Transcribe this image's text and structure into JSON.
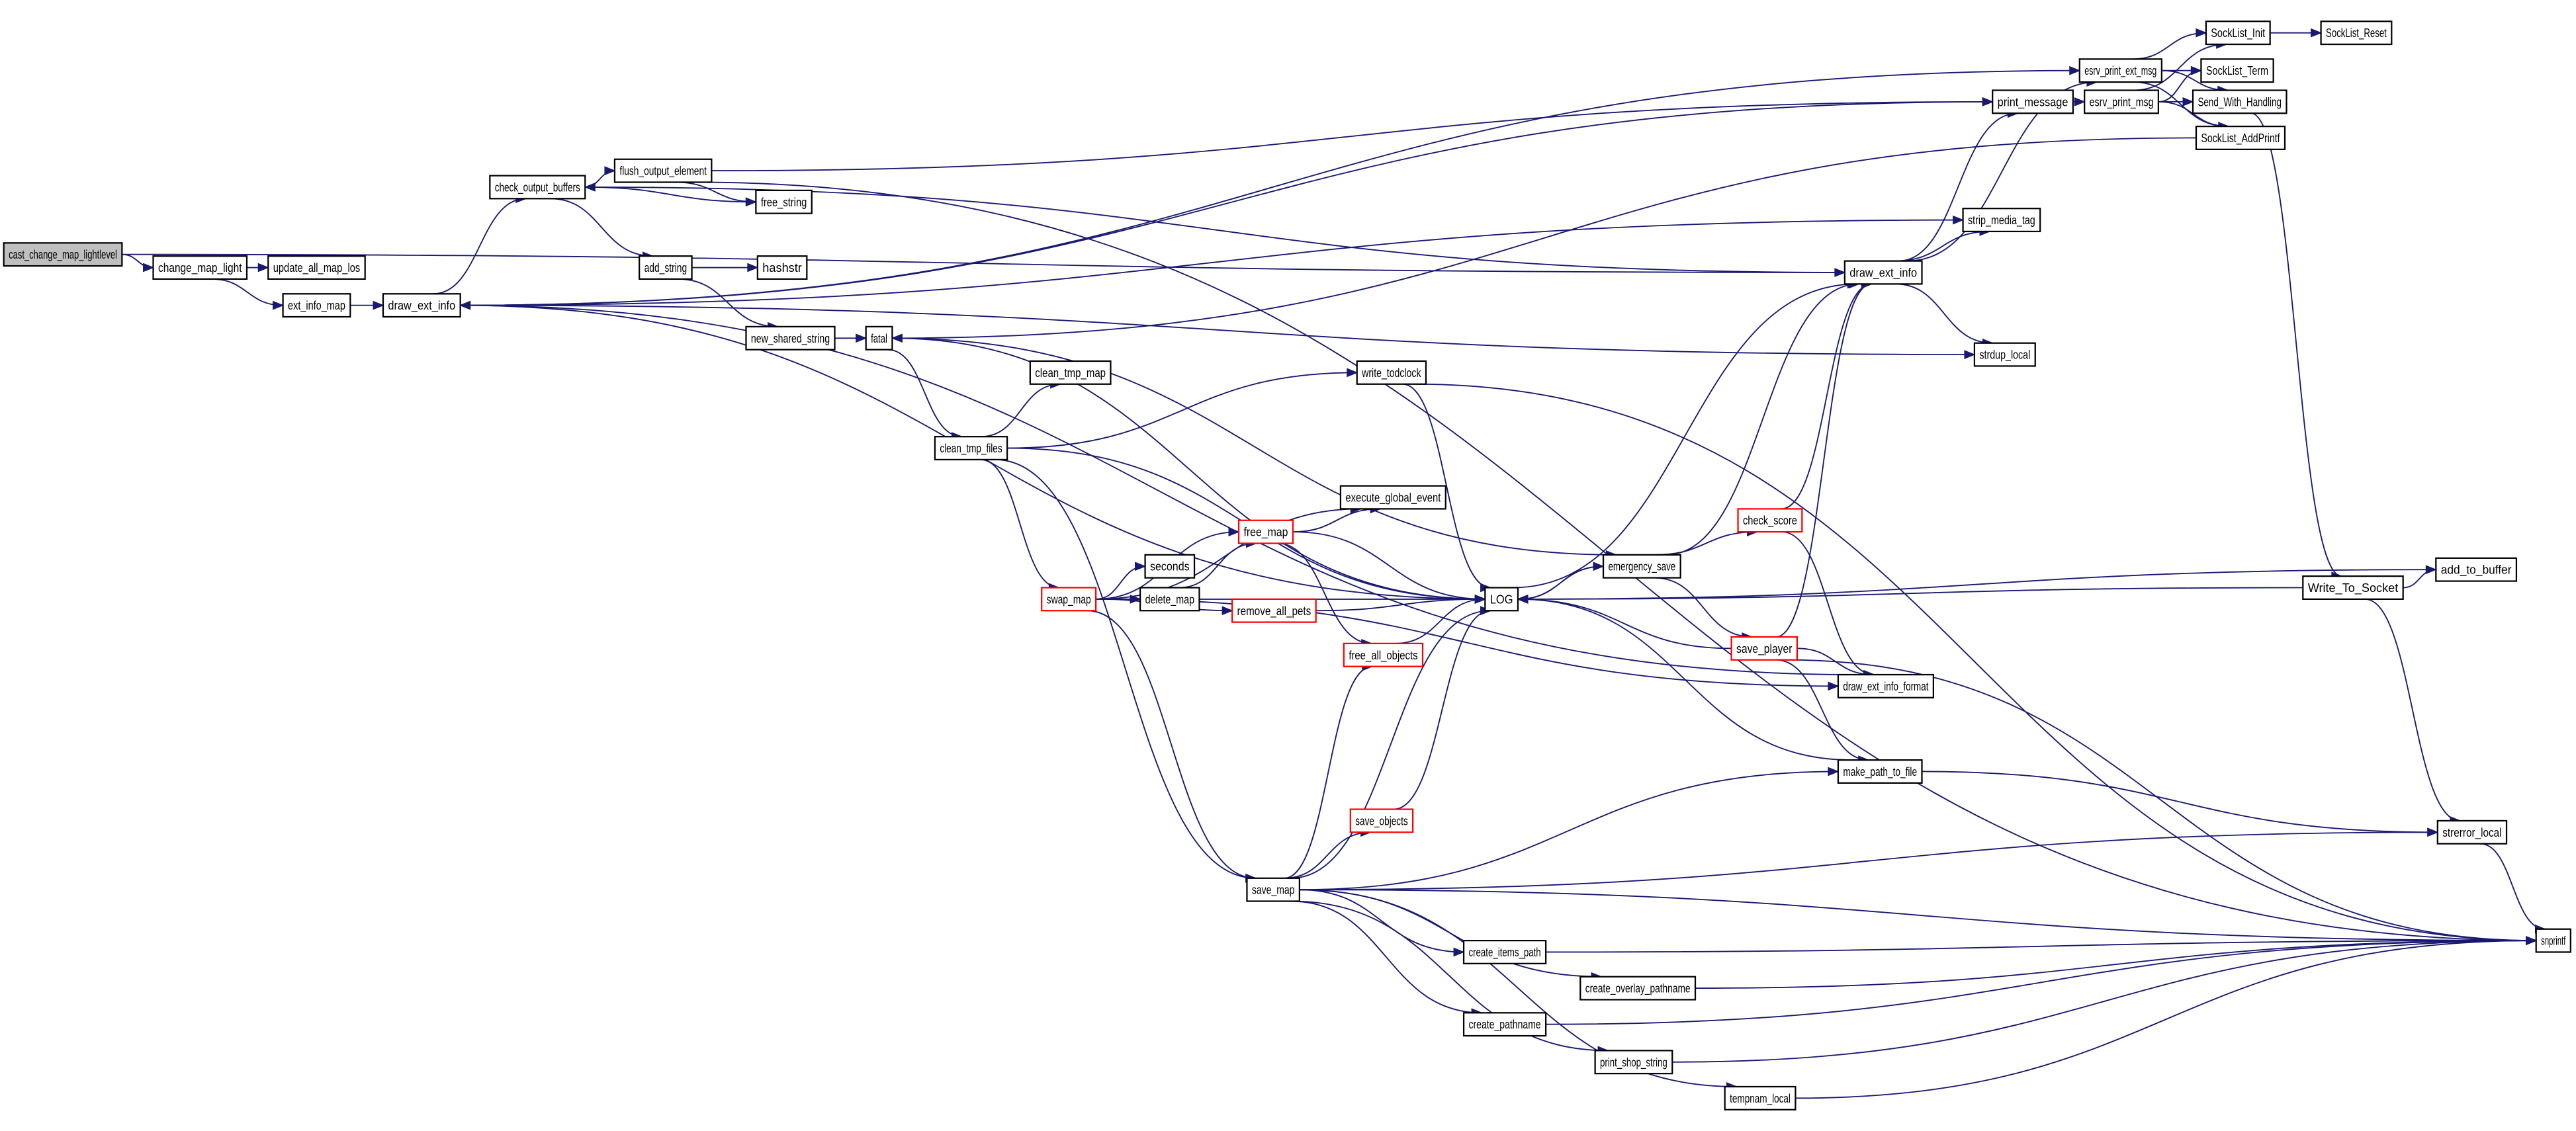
{
  "title": "cast_change_map_lightlevel call graph",
  "colors": {
    "edge": "#191970",
    "root_fill": "#bfbfbf",
    "truncated_border": "#ff0000",
    "node_border": "#000000"
  },
  "nodes": [
    {
      "id": "cast",
      "label": "cast_change_map_lightlevel",
      "kind": "root"
    },
    {
      "id": "change_map_light",
      "label": "change_map_light"
    },
    {
      "id": "update_all_map_los",
      "label": "update_all_map_los"
    },
    {
      "id": "ext_info_map",
      "label": "ext_info_map"
    },
    {
      "id": "draw_ext_info_l",
      "label": "draw_ext_info"
    },
    {
      "id": "check_output_buffers",
      "label": "check_output_buffers"
    },
    {
      "id": "flush_output_element",
      "label": "flush_output_element"
    },
    {
      "id": "free_string",
      "label": "free_string"
    },
    {
      "id": "add_string",
      "label": "add_string"
    },
    {
      "id": "hashstr",
      "label": "hashstr"
    },
    {
      "id": "new_shared_string",
      "label": "new_shared_string"
    },
    {
      "id": "fatal",
      "label": "fatal"
    },
    {
      "id": "clean_tmp_map",
      "label": "clean_tmp_map"
    },
    {
      "id": "clean_tmp_files",
      "label": "clean_tmp_files"
    },
    {
      "id": "write_todclock",
      "label": "write_todclock"
    },
    {
      "id": "execute_global_event",
      "label": "execute_global_event"
    },
    {
      "id": "free_map",
      "label": "free_map",
      "kind": "truncated"
    },
    {
      "id": "seconds",
      "label": "seconds"
    },
    {
      "id": "delete_map",
      "label": "delete_map"
    },
    {
      "id": "swap_map",
      "label": "swap_map",
      "kind": "truncated"
    },
    {
      "id": "LOG",
      "label": "LOG"
    },
    {
      "id": "emergency_save",
      "label": "emergency_save"
    },
    {
      "id": "check_score",
      "label": "check_score",
      "kind": "truncated"
    },
    {
      "id": "remove_all_pets",
      "label": "remove_all_pets",
      "kind": "truncated"
    },
    {
      "id": "free_all_objects",
      "label": "free_all_objects",
      "kind": "truncated"
    },
    {
      "id": "save_player",
      "label": "save_player",
      "kind": "truncated"
    },
    {
      "id": "draw_ext_info_format",
      "label": "draw_ext_info_format"
    },
    {
      "id": "make_path_to_file",
      "label": "make_path_to_file"
    },
    {
      "id": "save_objects",
      "label": "save_objects",
      "kind": "truncated"
    },
    {
      "id": "save_map",
      "label": "save_map"
    },
    {
      "id": "create_items_path",
      "label": "create_items_path"
    },
    {
      "id": "create_overlay_pathname",
      "label": "create_overlay_pathname"
    },
    {
      "id": "create_pathname",
      "label": "create_pathname"
    },
    {
      "id": "print_shop_string",
      "label": "print_shop_string"
    },
    {
      "id": "tempnam_local",
      "label": "tempnam_local"
    },
    {
      "id": "strerror_local",
      "label": "strerror_local"
    },
    {
      "id": "snprintf",
      "label": "snprintf"
    },
    {
      "id": "print_message",
      "label": "print_message"
    },
    {
      "id": "esrv_print_ext_msg",
      "label": "esrv_print_ext_msg"
    },
    {
      "id": "esrv_print_msg",
      "label": "esrv_print_msg"
    },
    {
      "id": "SockList_Init",
      "label": "SockList_Init"
    },
    {
      "id": "SockList_Reset",
      "label": "SockList_Reset"
    },
    {
      "id": "SockList_Term",
      "label": "SockList_Term"
    },
    {
      "id": "Send_With_Handling",
      "label": "Send_With_Handling"
    },
    {
      "id": "SockList_AddPrintf",
      "label": "SockList_AddPrintf"
    },
    {
      "id": "strip_media_tag",
      "label": "strip_media_tag"
    },
    {
      "id": "draw_ext_info_r",
      "label": "draw_ext_info"
    },
    {
      "id": "strdup_local",
      "label": "strdup_local"
    },
    {
      "id": "Write_To_Socket",
      "label": "Write_To_Socket"
    },
    {
      "id": "add_to_buffer",
      "label": "add_to_buffer"
    }
  ],
  "edges": [
    [
      "cast",
      "change_map_light"
    ],
    [
      "cast",
      "draw_ext_info_r"
    ],
    [
      "change_map_light",
      "update_all_map_los"
    ],
    [
      "change_map_light",
      "ext_info_map"
    ],
    [
      "ext_info_map",
      "draw_ext_info_l"
    ],
    [
      "draw_ext_info_l",
      "check_output_buffers"
    ],
    [
      "draw_ext_info_l",
      "print_message"
    ],
    [
      "draw_ext_info_l",
      "esrv_print_ext_msg"
    ],
    [
      "draw_ext_info_l",
      "strip_media_tag"
    ],
    [
      "draw_ext_info_l",
      "strdup_local"
    ],
    [
      "check_output_buffers",
      "flush_output_element"
    ],
    [
      "check_output_buffers",
      "free_string"
    ],
    [
      "check_output_buffers",
      "add_string"
    ],
    [
      "flush_output_element",
      "free_string"
    ],
    [
      "flush_output_element",
      "print_message"
    ],
    [
      "flush_output_element",
      "snprintf"
    ],
    [
      "add_string",
      "hashstr"
    ],
    [
      "add_string",
      "new_shared_string"
    ],
    [
      "new_shared_string",
      "fatal"
    ],
    [
      "fatal",
      "clean_tmp_files"
    ],
    [
      "fatal",
      "emergency_save"
    ],
    [
      "fatal",
      "LOG"
    ],
    [
      "clean_tmp_files",
      "clean_tmp_map"
    ],
    [
      "clean_tmp_files",
      "write_todclock"
    ],
    [
      "clean_tmp_files",
      "LOG"
    ],
    [
      "clean_tmp_files",
      "swap_map"
    ],
    [
      "clean_tmp_files",
      "save_map"
    ],
    [
      "write_todclock",
      "LOG"
    ],
    [
      "write_todclock",
      "snprintf"
    ],
    [
      "swap_map",
      "execute_global_event"
    ],
    [
      "swap_map",
      "free_map"
    ],
    [
      "swap_map",
      "seconds"
    ],
    [
      "swap_map",
      "delete_map"
    ],
    [
      "swap_map",
      "LOG"
    ],
    [
      "swap_map",
      "remove_all_pets"
    ],
    [
      "swap_map",
      "draw_ext_info_format"
    ],
    [
      "swap_map",
      "save_map"
    ],
    [
      "free_map",
      "execute_global_event"
    ],
    [
      "free_map",
      "LOG"
    ],
    [
      "free_map",
      "free_all_objects"
    ],
    [
      "delete_map",
      "free_map"
    ],
    [
      "delete_map",
      "LOG"
    ],
    [
      "remove_all_pets",
      "LOG"
    ],
    [
      "free_all_objects",
      "LOG"
    ],
    [
      "save_objects",
      "LOG"
    ],
    [
      "LOG",
      "draw_ext_info_l"
    ],
    [
      "LOG",
      "draw_ext_info_r"
    ],
    [
      "LOG",
      "emergency_save"
    ],
    [
      "draw_ext_info_format",
      "draw_ext_info_l"
    ],
    [
      "emergency_save",
      "LOG"
    ],
    [
      "emergency_save",
      "check_score"
    ],
    [
      "emergency_save",
      "save_player"
    ],
    [
      "emergency_save",
      "draw_ext_info_r"
    ],
    [
      "check_score",
      "draw_ext_info_r"
    ],
    [
      "check_score",
      "draw_ext_info_format"
    ],
    [
      "save_player",
      "LOG"
    ],
    [
      "save_player",
      "draw_ext_info_r"
    ],
    [
      "save_player",
      "draw_ext_info_format"
    ],
    [
      "save_player",
      "make_path_to_file"
    ],
    [
      "save_player",
      "snprintf"
    ],
    [
      "make_path_to_file",
      "LOG"
    ],
    [
      "make_path_to_file",
      "strerror_local"
    ],
    [
      "save_map",
      "free_all_objects"
    ],
    [
      "save_map",
      "LOG"
    ],
    [
      "save_map",
      "save_objects"
    ],
    [
      "save_map",
      "make_path_to_file"
    ],
    [
      "save_map",
      "strerror_local"
    ],
    [
      "save_map",
      "snprintf"
    ],
    [
      "save_map",
      "create_items_path"
    ],
    [
      "save_map",
      "create_overlay_pathname"
    ],
    [
      "save_map",
      "create_pathname"
    ],
    [
      "save_map",
      "print_shop_string"
    ],
    [
      "save_map",
      "tempnam_local"
    ],
    [
      "create_items_path",
      "snprintf"
    ],
    [
      "create_overlay_pathname",
      "snprintf"
    ],
    [
      "create_pathname",
      "snprintf"
    ],
    [
      "print_shop_string",
      "snprintf"
    ],
    [
      "tempnam_local",
      "snprintf"
    ],
    [
      "strerror_local",
      "snprintf"
    ],
    [
      "draw_ext_info_r",
      "print_message"
    ],
    [
      "draw_ext_info_r",
      "strip_media_tag"
    ],
    [
      "draw_ext_info_r",
      "strdup_local"
    ],
    [
      "draw_ext_info_r",
      "esrv_print_ext_msg"
    ],
    [
      "draw_ext_info_r",
      "check_output_buffers"
    ],
    [
      "SockList_AddPrintf",
      "fatal"
    ],
    [
      "print_message",
      "esrv_print_msg"
    ],
    [
      "esrv_print_ext_msg",
      "SockList_Init"
    ],
    [
      "esrv_print_ext_msg",
      "SockList_Term"
    ],
    [
      "esrv_print_ext_msg",
      "Send_With_Handling"
    ],
    [
      "esrv_print_ext_msg",
      "SockList_AddPrintf"
    ],
    [
      "esrv_print_msg",
      "SockList_Init"
    ],
    [
      "esrv_print_msg",
      "SockList_Term"
    ],
    [
      "esrv_print_msg",
      "Send_With_Handling"
    ],
    [
      "esrv_print_msg",
      "SockList_AddPrintf"
    ],
    [
      "SockList_Init",
      "SockList_Reset"
    ],
    [
      "Send_With_Handling",
      "Write_To_Socket"
    ],
    [
      "Write_To_Socket",
      "LOG"
    ],
    [
      "Write_To_Socket",
      "add_to_buffer"
    ],
    [
      "Write_To_Socket",
      "strerror_local"
    ],
    [
      "add_to_buffer",
      "LOG"
    ]
  ]
}
